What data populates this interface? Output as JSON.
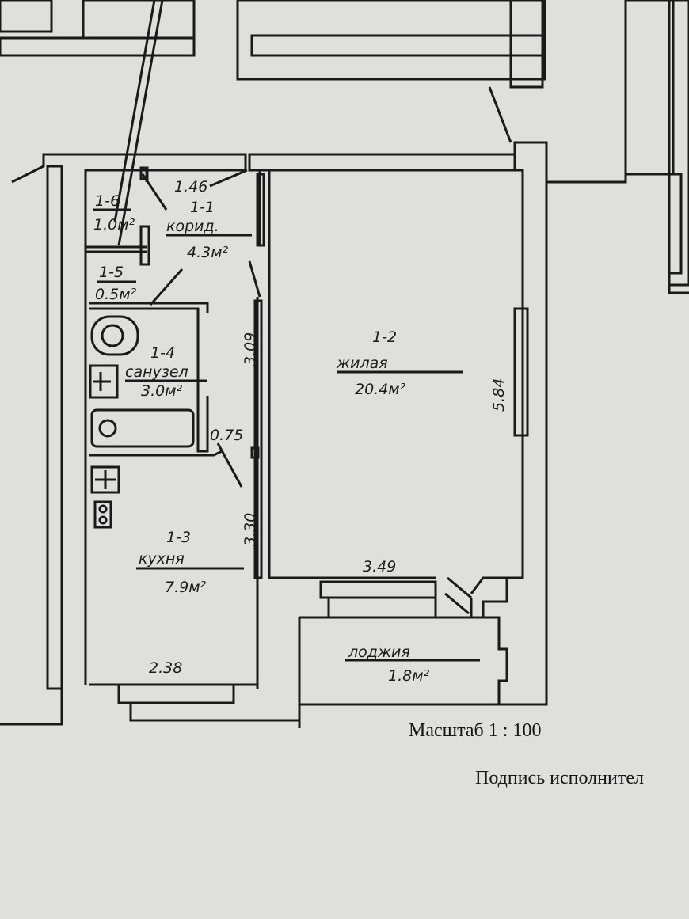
{
  "rooms": {
    "r16": {
      "number": "1-6",
      "area": "1.0м²"
    },
    "r11": {
      "number": "1-1",
      "name": "корид.",
      "area": "4.3м²"
    },
    "r15": {
      "number": "1-5",
      "area": "0.5м²"
    },
    "r14": {
      "number": "1-4",
      "name": "санузел",
      "area": "3.0м²"
    },
    "r12": {
      "number": "1-2",
      "name": "жилая",
      "area": "20.4м²"
    },
    "r13": {
      "number": "1-3",
      "name": "кухня",
      "area": "7.9м²"
    },
    "loggia": {
      "name": "лоджия",
      "area": "1.8м²"
    }
  },
  "dimensions": {
    "d146": "1.46",
    "d309": "3.09",
    "d075": "0.75",
    "d330": "3.30",
    "d584": "5.84",
    "d349": "3.49",
    "d238": "2.38"
  },
  "footer": {
    "scale": "Масштаб 1 : 100",
    "signature": "Подпись исполнител"
  }
}
